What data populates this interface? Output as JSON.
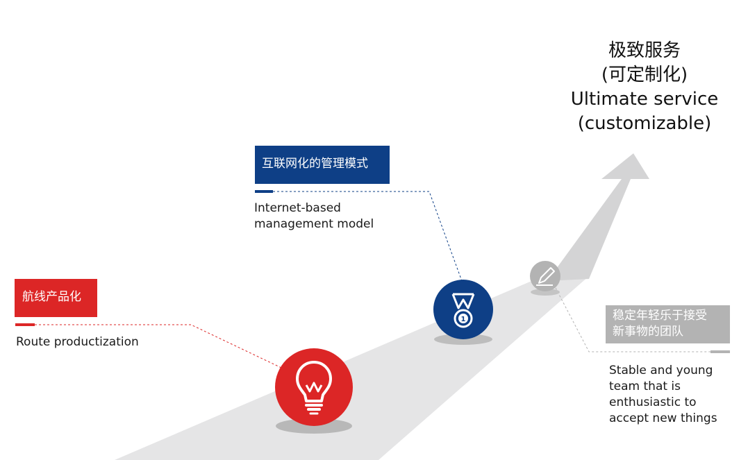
{
  "milestones": [
    {
      "tag_zh": "航线产品化",
      "desc_en": "Route productization",
      "color": "#dc2626",
      "icon": "lightbulb-icon"
    },
    {
      "tag_zh": "互联网化的管理模式",
      "desc_en": "Internet-based\nmanagement model",
      "color": "#0e3f86",
      "icon": "medal-icon"
    },
    {
      "tag_zh": "稳定年轻乐于接受\n新事物的团队",
      "tag_zh_lines": [
        "稳定年轻乐于接受",
        "新事物的团队"
      ],
      "desc_en": "Stable and young\nteam that is\nenthusiastic to\naccept new things",
      "color": "#b3b3b3",
      "icon": "pen-icon"
    }
  ],
  "goal": {
    "line1": "极致服务",
    "line2": "(可定制化)",
    "line3": "Ultimate service",
    "line4": "(customizable)"
  },
  "colors": {
    "road": "#e5e5e6",
    "arrow": "#d4d4d5",
    "red": "#dc2626",
    "blue": "#0e3f86",
    "gray": "#b3b3b3"
  }
}
